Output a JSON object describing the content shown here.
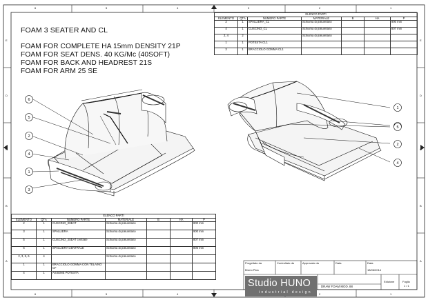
{
  "notes": {
    "title": "FOAM 3 SEATER AND CL",
    "lines": [
      "FOAM FOR COMPLETE HA 15mm DENSITY 21P",
      "FOAM FOR SEAT DENS. 40 KG/Mc (40SOFT)",
      "FOAM FOR BACK AND HEADREST 21S",
      "FOAM FOR ARM 25 SE"
    ]
  },
  "frame": {
    "top_numbers": [
      "6",
      "5",
      "4",
      "3",
      "2",
      "1"
    ],
    "bottom_numbers": [
      "6",
      "5",
      "4",
      "3",
      "2",
      "1"
    ],
    "side_letters": [
      "E",
      "D",
      "C",
      "B",
      "A"
    ]
  },
  "table_top": {
    "caption": "ELENCO PARTI",
    "headers": [
      "ELEMENTO",
      "QTÀ",
      "NUMERO PARTE",
      "MATERIALE",
      "B",
      "HA",
      "P"
    ],
    "rows": [
      {
        "el": "2",
        "qta": "1",
        "part": "SPALLIERA_CL",
        "mat": "Schiuma di poliuretano",
        "b": "",
        "ha": "",
        "p": "900 mm"
      },
      {
        "el": "4",
        "qta": "1",
        "part": "CUSCINO_CL",
        "mat": "Schiuma di poliuretano",
        "b": "",
        "ha": "",
        "p": "807 mm"
      },
      {
        "el": "2, 4",
        "qta": "2",
        "part": "",
        "mat": "Schiuma di poliuretano",
        "b": "",
        "ha": "",
        "p": ""
      },
      {
        "el": "1",
        "qta": "1",
        "part": "POTESTA CL1",
        "mat": "",
        "b": "",
        "ha": "",
        "p": ""
      },
      {
        "el": "3",
        "qta": "1",
        "part": "BRACCIOLO GOMMA CL1",
        "mat": "",
        "b": "",
        "ha": "",
        "p": ""
      }
    ]
  },
  "table_bottom": {
    "caption": "ELENCO PARTI",
    "headers": [
      "ELEMENTO",
      "QTÀ",
      "NUMERO PARTE",
      "MATERIALE",
      "B",
      "HA",
      "P"
    ],
    "rows": [
      {
        "el": "2",
        "qta": "1",
        "part": "CUSCINO_3SEAT",
        "mat": "Schiuma di poliuretano",
        "b": "",
        "ha": "",
        "p": "800 mm"
      },
      {
        "el": "3",
        "qta": "1",
        "part": "SPALLIERA",
        "mat": "Schiuma di poliuretano",
        "b": "",
        "ha": "",
        "p": "900 mm"
      },
      {
        "el": "5",
        "qta": "1",
        "part": "CUSCINO_3SEAT centrale",
        "mat": "Schiuma di poliuretano",
        "b": "",
        "ha": "",
        "p": "807 mm"
      },
      {
        "el": "6",
        "qta": "1",
        "part": "SPALLIERA CENTRALE",
        "mat": "Schiuma di poliuretano",
        "b": "",
        "ha": "",
        "p": "805 mm"
      },
      {
        "el": "2, 3, 5, 6",
        "qta": "4",
        "part": "",
        "mat": "Schiuma di poliuretano",
        "b": "",
        "ha": "",
        "p": ""
      },
      {
        "el": "1",
        "qta": "1",
        "part": "BRACCIOLO GOMMA CON TELAINO CF",
        "mat": "",
        "b": "",
        "ha": "",
        "p": ""
      },
      {
        "el": "4",
        "qta": "1",
        "part": "ASSEME POTESTA",
        "mat": "",
        "b": "",
        "ha": "",
        "p": ""
      }
    ]
  },
  "title_block": {
    "progettato_label": "Progettato da",
    "progettato_value": "Bruno Pica",
    "controllato_label": "Controllato da",
    "approvato_label": "Approvato da",
    "data_label": "Data",
    "data_label2": "Data",
    "data_value": "18/06/2014",
    "logo_main": "Studio HUNO",
    "logo_sub": "industrial design",
    "drawing_title": "DRAW FOAM MOD. 88",
    "edizione_label": "Edizione",
    "foglio_label": "Foglio",
    "foglio_value": "1 / 1"
  },
  "balloons_left": [
    "6",
    "5",
    "2",
    "4",
    "1",
    "3"
  ],
  "balloons_right": [
    "1",
    "3",
    "5",
    "2",
    "4"
  ]
}
